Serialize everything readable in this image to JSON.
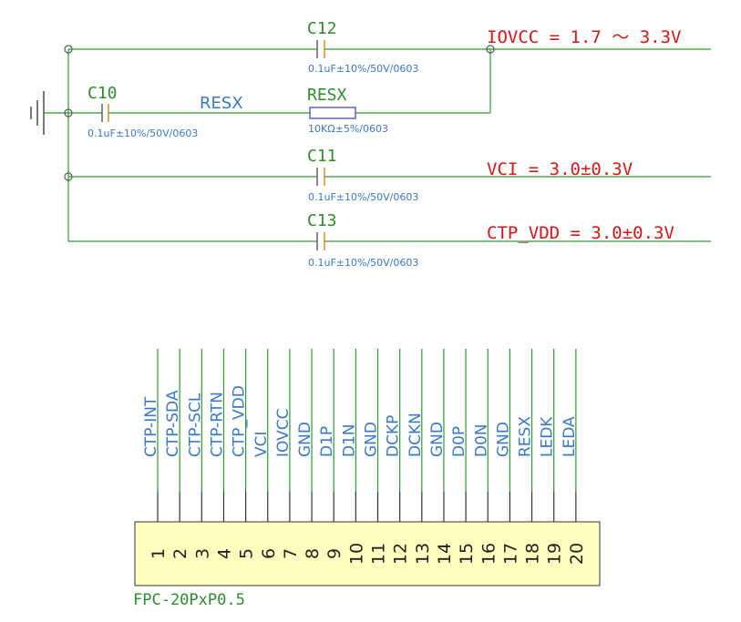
{
  "net_labels": {
    "iovcc": "IOVCC = 1.7 ～ 3.3V",
    "vci": "VCI = 3.0±0.3V",
    "ctp_vdd": "CTP_VDD = 3.0±0.3V",
    "resx_net": "RESX"
  },
  "components": [
    {
      "ref": "C12",
      "value": "0.1uF±10%/50V/0603"
    },
    {
      "ref": "C10",
      "value": "0.1uF±10%/50V/0603"
    },
    {
      "ref": "RESX",
      "value": "10KΩ±5%/0603"
    },
    {
      "ref": "C11",
      "value": "0.1uF±10%/50V/0603"
    },
    {
      "ref": "C13",
      "value": "0.1uF±10%/50V/0603"
    }
  ],
  "connector": {
    "name": "FPC-20PxP0.5",
    "pins": [
      {
        "num": "1",
        "name": "CTP-INT"
      },
      {
        "num": "2",
        "name": "CTP-SDA"
      },
      {
        "num": "3",
        "name": "CTP-SCL"
      },
      {
        "num": "4",
        "name": "CTP-RTN"
      },
      {
        "num": "5",
        "name": "CTP_VDD"
      },
      {
        "num": "6",
        "name": "VCI"
      },
      {
        "num": "7",
        "name": "IOVCC"
      },
      {
        "num": "8",
        "name": "GND"
      },
      {
        "num": "9",
        "name": "D1P"
      },
      {
        "num": "10",
        "name": "D1N"
      },
      {
        "num": "11",
        "name": "GND"
      },
      {
        "num": "12",
        "name": "DCKP"
      },
      {
        "num": "13",
        "name": "DCKN"
      },
      {
        "num": "14",
        "name": "GND"
      },
      {
        "num": "15",
        "name": "D0P"
      },
      {
        "num": "16",
        "name": "D0N"
      },
      {
        "num": "17",
        "name": "GND"
      },
      {
        "num": "18",
        "name": "RESX"
      },
      {
        "num": "19",
        "name": "LEDK"
      },
      {
        "num": "20",
        "name": "LEDA"
      }
    ]
  },
  "colors": {
    "wire": "#2e9a2e",
    "net_label": "#d01818",
    "value_text": "#3a78c8",
    "connector_fill": "#ffffc0"
  }
}
